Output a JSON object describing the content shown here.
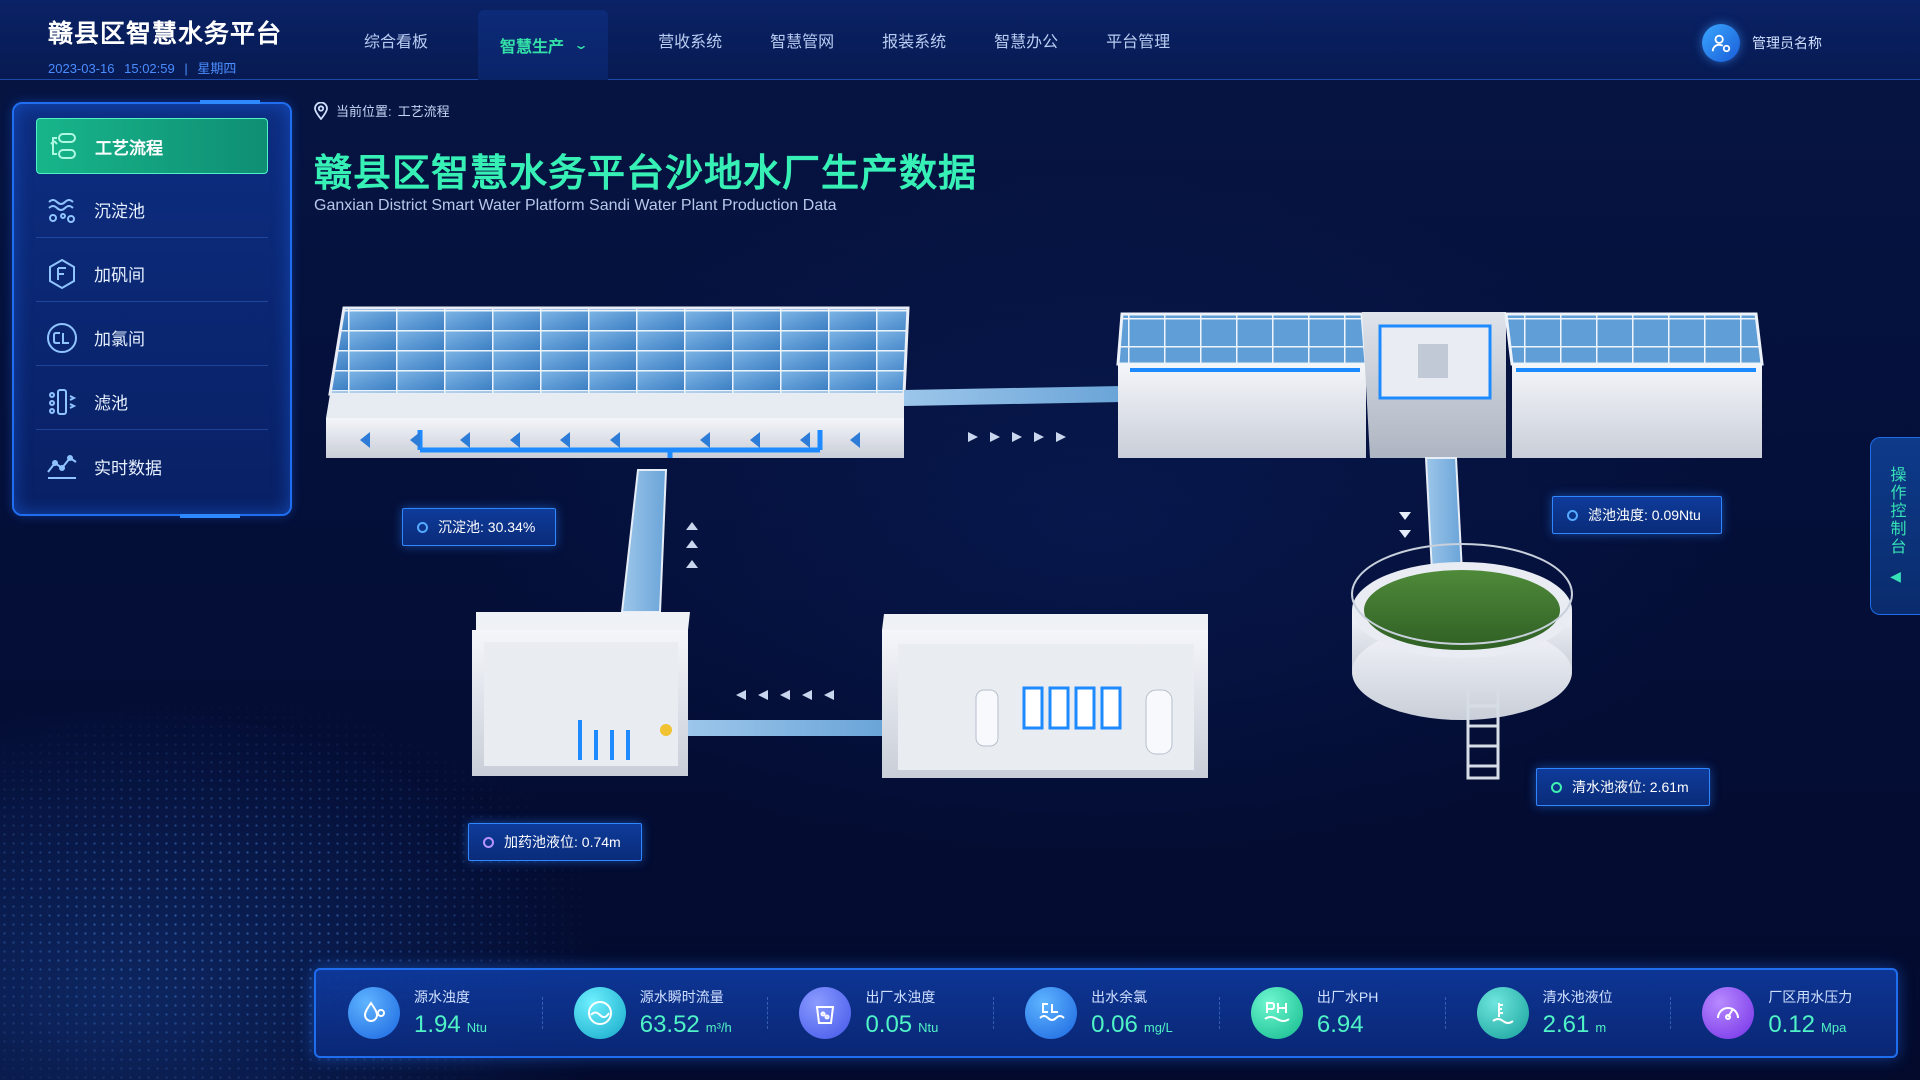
{
  "header": {
    "title": "赣县区智慧水务平台",
    "date": "2023-03-16",
    "time": "15:02:59",
    "separator": "|",
    "weekday": "星期四",
    "nav": [
      {
        "label": "综合看板"
      },
      {
        "label": "智慧生产",
        "active": true
      },
      {
        "label": "营收系统"
      },
      {
        "label": "智慧管网"
      },
      {
        "label": "报装系统"
      },
      {
        "label": "智慧办公"
      },
      {
        "label": "平台管理"
      }
    ],
    "user_name": "管理员名称"
  },
  "sidebar": {
    "items": [
      {
        "label": "工艺流程",
        "icon": "process-flow-icon",
        "active": true
      },
      {
        "label": "沉淀池",
        "icon": "sedimentation-icon"
      },
      {
        "label": "加矾间",
        "icon": "alum-room-icon"
      },
      {
        "label": "加氯间",
        "icon": "chlorine-room-icon"
      },
      {
        "label": "滤池",
        "icon": "filter-icon"
      },
      {
        "label": "实时数据",
        "icon": "realtime-chart-icon"
      }
    ]
  },
  "breadcrumb": {
    "prefix": "当前位置:",
    "current": "工艺流程"
  },
  "page": {
    "title": "赣县区智慧水务平台沙地水厂生产数据",
    "subtitle": "Ganxian District Smart Water Platform Sandi Water Plant Production Data"
  },
  "callouts": {
    "sedimentation": "沉淀池: 30.34%",
    "filter": "滤池浊度: 0.09Ntu",
    "clear_pool": "清水池液位: 2.61m",
    "dosing": "加药池液位: 0.74m"
  },
  "side_tab": {
    "label": "操作控制台"
  },
  "stats": [
    {
      "label": "源水浊度",
      "value": "1.94",
      "unit": "Ntu",
      "icon": "water-drop-icon",
      "color": "#2b8dff"
    },
    {
      "label": "源水瞬时流量",
      "value": "63.52",
      "unit": "m³/h",
      "icon": "flow-gauge-icon",
      "color": "#1fc7d8"
    },
    {
      "label": "出厂水浊度",
      "value": "0.05",
      "unit": "Ntu",
      "icon": "turbidity-icon",
      "color": "#5a6bff"
    },
    {
      "label": "出水余氯",
      "value": "0.06",
      "unit": "mg/L",
      "icon": "chlorine-residual-icon",
      "color": "#2b8dff"
    },
    {
      "label": "出厂水PH",
      "value": "6.94",
      "unit": "",
      "icon": "ph-icon",
      "color": "#1fd0a4"
    },
    {
      "label": "清水池液位",
      "value": "2.61",
      "unit": "m",
      "icon": "water-level-icon",
      "color": "#1fb9b0"
    },
    {
      "label": "厂区用水压力",
      "value": "0.12",
      "unit": "Mpa",
      "icon": "pressure-gauge-icon",
      "color": "#8a4dff"
    }
  ],
  "colors": {
    "accent_green": "#36f0b6",
    "accent_blue": "#1f6ef0",
    "background": "#04103a"
  }
}
